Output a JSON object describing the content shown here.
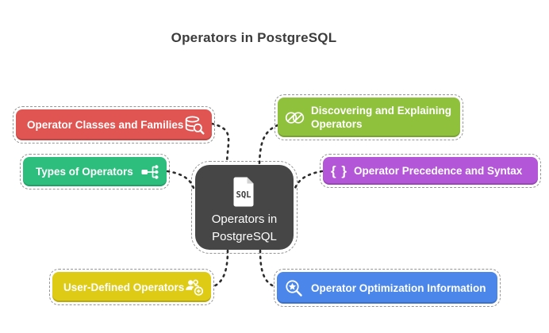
{
  "title": "Operators in PostgreSQL",
  "center": {
    "label": "Operators in PostgreSQL",
    "icon": "sql-file-icon",
    "icon_text": "SQL",
    "bg": "#464646"
  },
  "nodes": [
    {
      "id": "operator-classes-and-families",
      "label": "Operator Classes and Families",
      "color": "#E05551",
      "icon": "database-search-icon",
      "side": "left"
    },
    {
      "id": "types-of-operators",
      "label": "Types of Operators",
      "color": "#2DBE7D",
      "icon": "workflow-icon",
      "side": "left"
    },
    {
      "id": "user-defined-operators",
      "label": "User-Defined Operators",
      "color": "#DECB16",
      "icon": "add-users-icon",
      "side": "left"
    },
    {
      "id": "discovering-and-explaining-operators",
      "label": "Discovering and Explaining Operators",
      "color": "#90C13D",
      "icon": "double-circles-icon",
      "side": "right"
    },
    {
      "id": "operator-precedence-and-syntax",
      "label": "Operator Precedence and Syntax",
      "color": "#B356D8",
      "icon": "braces-icon",
      "icon_text": "{ }",
      "side": "right"
    },
    {
      "id": "operator-optimization-information",
      "label": "Operator Optimization Information",
      "color": "#4B87EA",
      "icon": "search-star-icon",
      "side": "right"
    }
  ],
  "connector_style": {
    "color": "#2d2d2d",
    "dash": "dotted"
  }
}
